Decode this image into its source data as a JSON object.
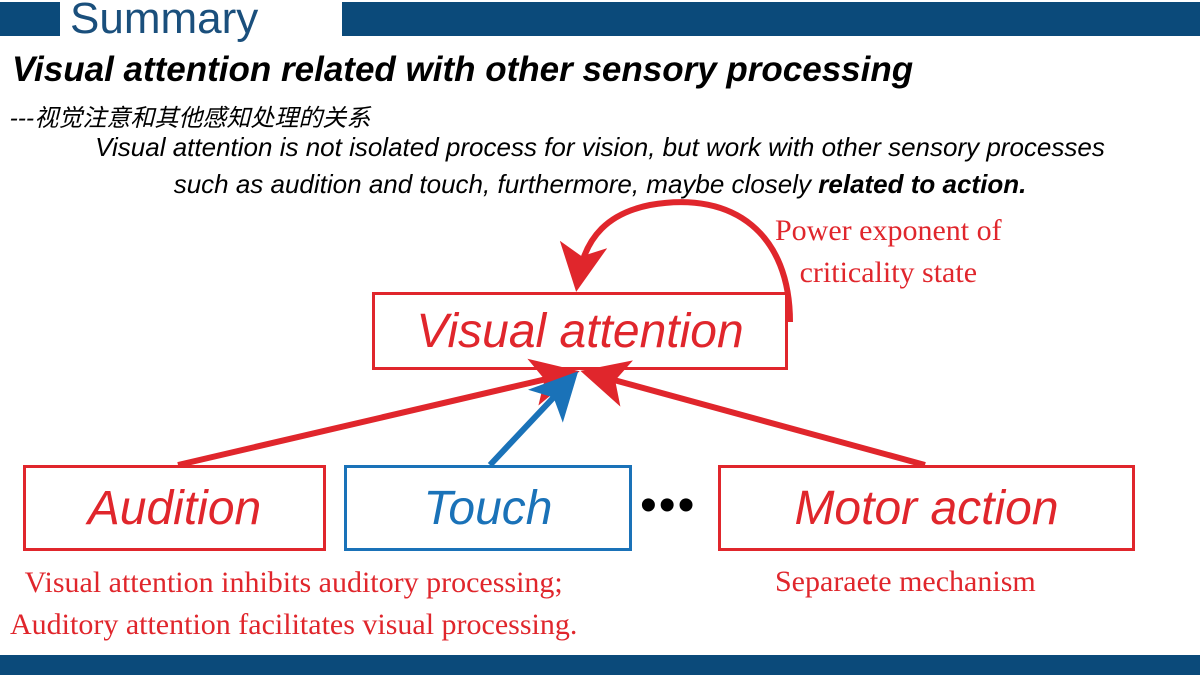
{
  "header": {
    "section_title": "Summary"
  },
  "slide": {
    "headline": "Visual attention related with other sensory processing",
    "subtitle": "---视觉注意和其他感知处理的关系",
    "body_line1": "Visual attention is not isolated process for vision, but work with other  sensory processes",
    "body_line2_plain": "such as audition and touch, furthermore, maybe closely ",
    "body_line2_bold": "related to action."
  },
  "diagram": {
    "nodes": {
      "visual_attention": "Visual attention",
      "audition": "Audition",
      "touch": "Touch",
      "motor_action": "Motor action"
    },
    "ellipsis": "•••",
    "notes": {
      "power_line1": "Power exponent of",
      "power_line2": "criticality state",
      "inhibit_line1": "Visual attention inhibits auditory processing;",
      "inhibit_line2": "Auditory attention facilitates visual processing.",
      "separate": "Separaete mechanism"
    }
  },
  "colors": {
    "brand_blue": "#0b4a7a",
    "accent_red": "#e0262c",
    "touch_blue": "#1a72b8"
  }
}
